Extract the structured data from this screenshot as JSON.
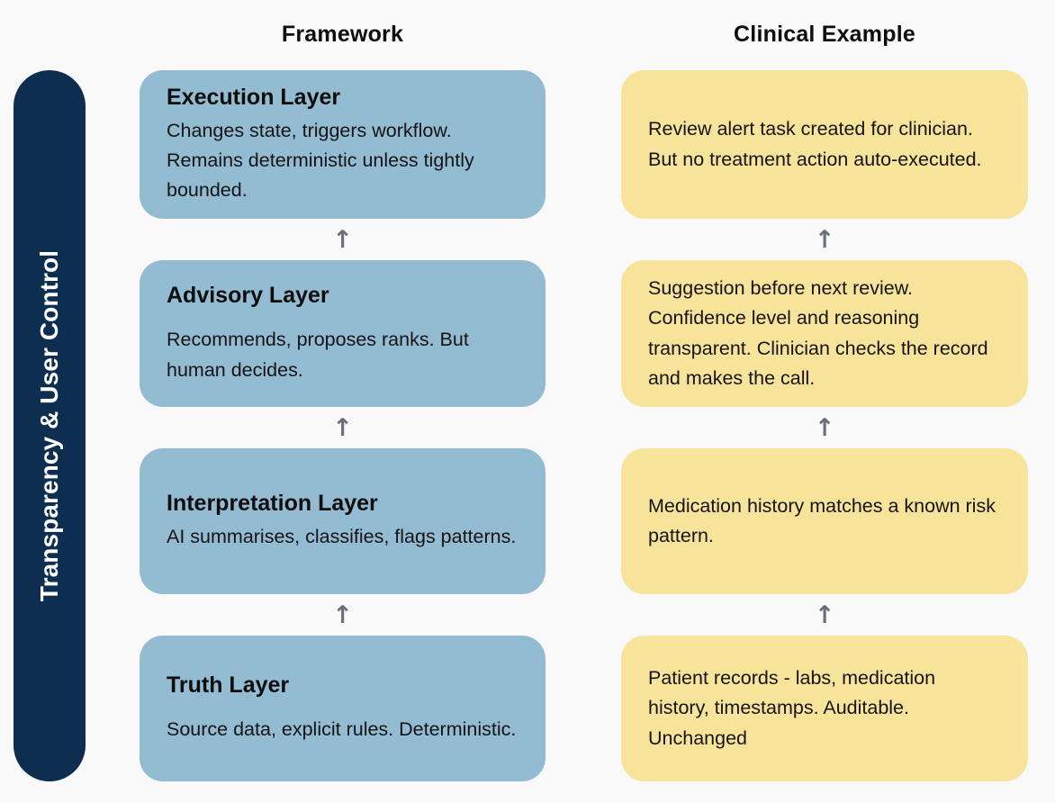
{
  "banner": {
    "label": "Transparency & User Control",
    "color": "#0d2e4e",
    "text_color": "#ffffff"
  },
  "colors": {
    "background": "#f9f9f9",
    "framework_card": "#93bcd3",
    "clinical_card": "#f7e49a",
    "arrow": "#6b7076",
    "text": "#0d0d0d"
  },
  "columns": [
    {
      "id": "framework",
      "header": "Framework",
      "cards": [
        {
          "title": "Execution Layer",
          "body": "Changes state, triggers workflow. Remains deterministic unless tightly bounded."
        },
        {
          "title": "Advisory Layer",
          "body": "Recommends, proposes ranks. But human decides."
        },
        {
          "title": "Interpretation Layer",
          "body": "AI summarises, classifies, flags patterns."
        },
        {
          "title": "Truth Layer",
          "body": "Source data, explicit rules. Deterministic."
        }
      ]
    },
    {
      "id": "clinical",
      "header": "Clinical Example",
      "cards": [
        {
          "title": "",
          "body": "Review alert task created for clinician. But no treatment action auto-executed."
        },
        {
          "title": "",
          "body": "Suggestion before next review. Confidence level and reasoning transparent. Clinician checks the record and makes the call."
        },
        {
          "title": "",
          "body": "Medication history matches a known risk pattern."
        },
        {
          "title": "",
          "body": "Patient records - labs, medication history, timestamps. Auditable. Unchanged"
        }
      ]
    }
  ],
  "connectors": {
    "arrow_glyph": "↑",
    "count_per_column": 3
  }
}
